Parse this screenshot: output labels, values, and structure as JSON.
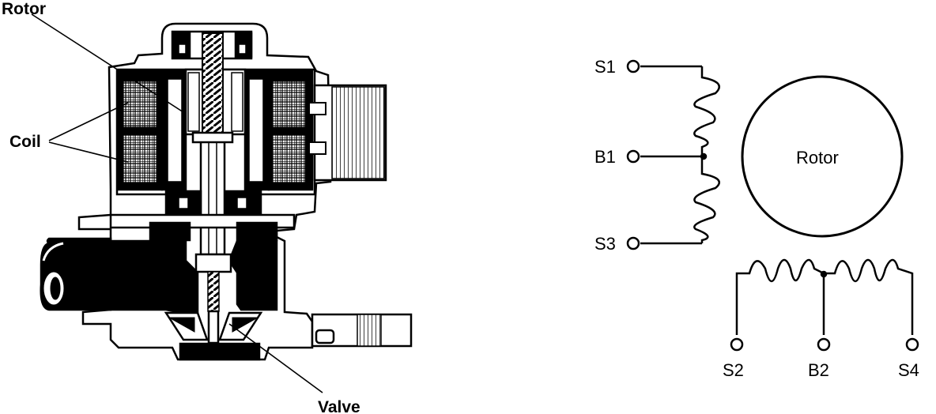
{
  "cutaway": {
    "labels": {
      "rotor": "Rotor",
      "coil": "Coil",
      "valve": "Valve"
    }
  },
  "schematic": {
    "terminals": {
      "s1": "S1",
      "b1": "B1",
      "s3": "S3",
      "s2": "S2",
      "b2": "B2",
      "s4": "S4"
    },
    "rotor_label": "Rotor"
  },
  "colors": {
    "ink": "#000000",
    "paper": "#ffffff",
    "shade": "#b8b8b8"
  }
}
